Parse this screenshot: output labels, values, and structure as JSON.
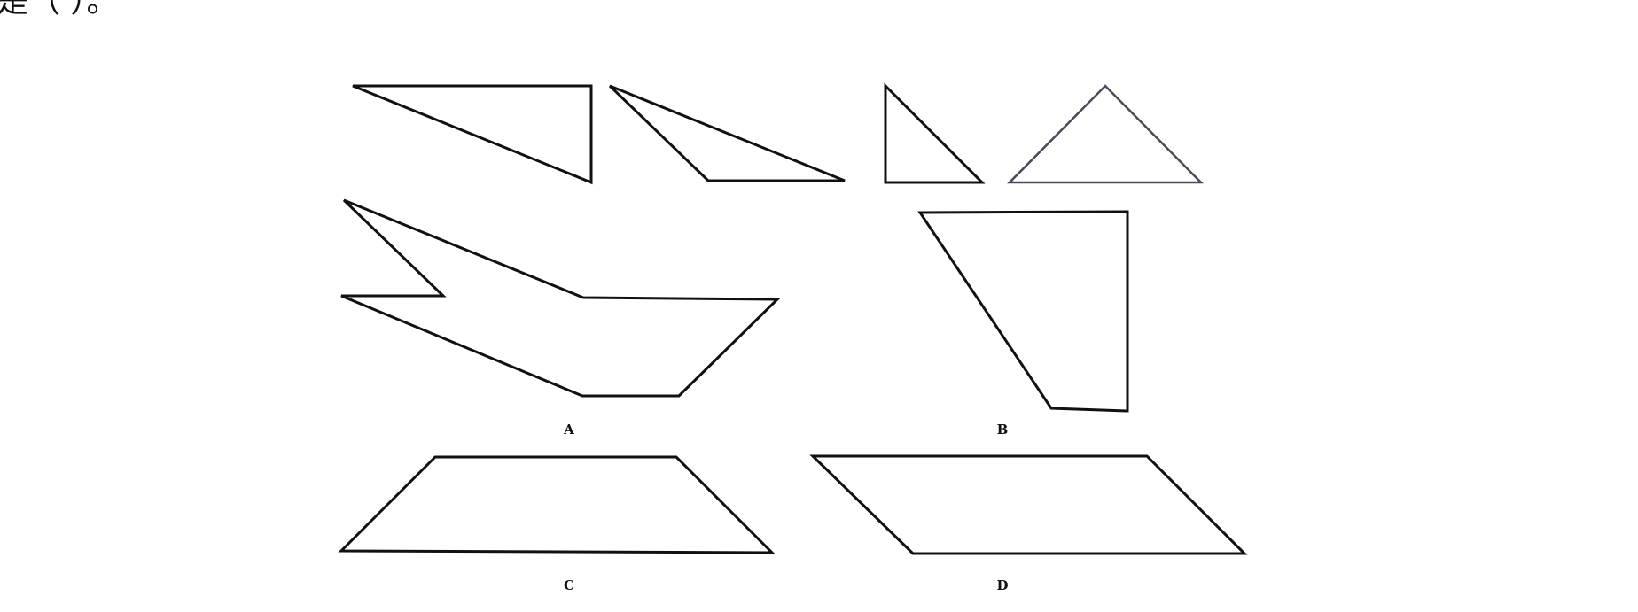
{
  "question": {
    "text_fragment": "是（ ）。"
  },
  "figure": {
    "given_pieces": [
      {
        "shape": "right-triangle"
      },
      {
        "shape": "obtuse-triangle"
      },
      {
        "shape": "small-right-triangle"
      },
      {
        "shape": "isosceles-triangle"
      }
    ],
    "options": [
      {
        "label": "A",
        "shape": "composite-polygon"
      },
      {
        "label": "B",
        "shape": "quadrilateral"
      },
      {
        "label": "C",
        "shape": "trapezoid"
      },
      {
        "label": "D",
        "shape": "parallelogram"
      }
    ]
  }
}
